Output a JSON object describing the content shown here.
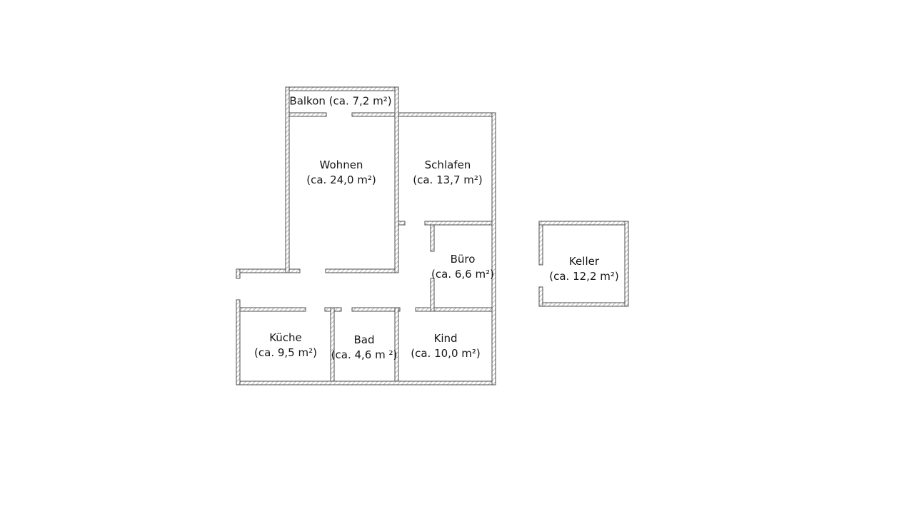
{
  "page": {
    "background": "#ffffff"
  },
  "colors": {
    "wall_outline": "#4d4d4d",
    "wall_hatch": "#9b9b9b",
    "wall_fill": "#ffffff",
    "text": "#161616"
  },
  "rooms": {
    "balkon": {
      "label": "Balkon (ca. 7,2 m²)"
    },
    "wohnen": {
      "name": "Wohnen",
      "area": "(ca. 24,0 m²)"
    },
    "schlafen": {
      "name": "Schlafen",
      "area": "(ca. 13,7 m²)"
    },
    "buero": {
      "name": "Büro",
      "area": "(ca. 6,6 m²)"
    },
    "keller": {
      "name": "Keller",
      "area": "(ca. 12,2 m²)"
    },
    "kueche": {
      "name": "Küche",
      "area": "(ca. 9,5 m²)"
    },
    "bad": {
      "name": "Bad",
      "area": "(ca. 4,6 m ²)"
    },
    "kind": {
      "name": "Kind",
      "area": "(ca. 10,0 m²)"
    }
  }
}
